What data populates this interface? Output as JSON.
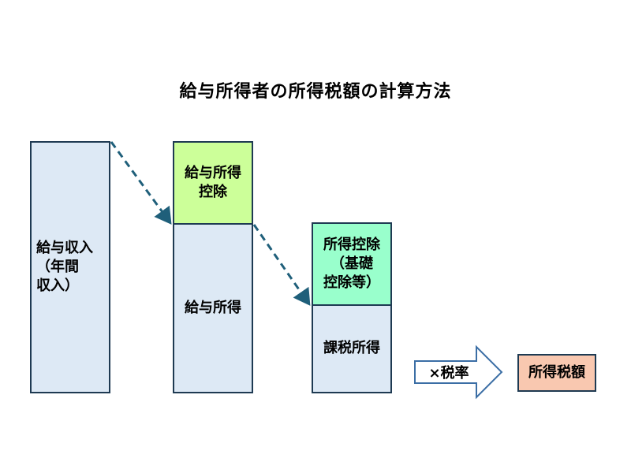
{
  "title": "給与所得者の所得税額の計算方法",
  "box1": {
    "line1": "給与収入",
    "line2": "（年間\n 収入）"
  },
  "box2_top": "給与所得\n控除",
  "box2_bottom": "給与所得",
  "box3_top": "所得控除\n（基礎\n 控除等）",
  "box3_bottom": "課税所得",
  "multiplier": "×税率",
  "result": "所得税額",
  "colors": {
    "border": "#1e3a52",
    "blue_fill": "#dde9f5",
    "green_fill": "#ccff99",
    "mint_fill": "#99ffcc",
    "salmon_fill": "#f9c8b0",
    "dashed_arrow": "#1f5f7a",
    "arrow_border": "#3b6ea5"
  }
}
